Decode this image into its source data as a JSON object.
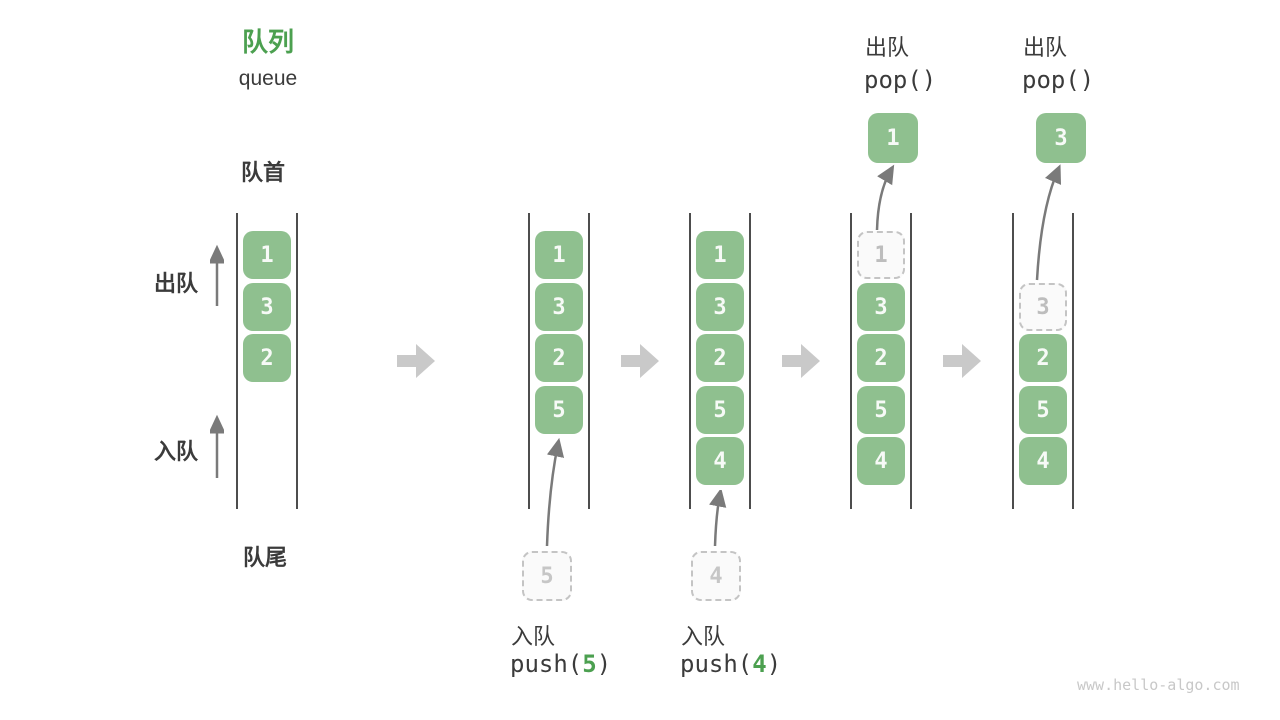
{
  "header": {
    "title_cn": "队列",
    "title_en": "queue"
  },
  "side_labels": {
    "front": "队首",
    "rear": "队尾",
    "dequeue": "出队",
    "enqueue": "入队"
  },
  "queues": [
    {
      "boxes": [
        {
          "v": "1"
        },
        {
          "v": "3"
        },
        {
          "v": "2"
        }
      ]
    },
    {
      "boxes": [
        {
          "v": "1"
        },
        {
          "v": "3"
        },
        {
          "v": "2"
        },
        {
          "v": "5"
        }
      ]
    },
    {
      "boxes": [
        {
          "v": "1"
        },
        {
          "v": "3"
        },
        {
          "v": "2"
        },
        {
          "v": "5"
        },
        {
          "v": "4"
        }
      ]
    },
    {
      "boxes": [
        {
          "v": "1",
          "ghost": true
        },
        {
          "v": "3"
        },
        {
          "v": "2"
        },
        {
          "v": "5"
        },
        {
          "v": "4"
        }
      ]
    },
    {
      "boxes": [
        {
          "v": "3",
          "ghost": true
        },
        {
          "v": "2"
        },
        {
          "v": "5"
        },
        {
          "v": "4"
        }
      ]
    }
  ],
  "push_ops": [
    {
      "label": "入队",
      "code_open": "push(",
      "value": "5",
      "code_close": ")"
    },
    {
      "label": "入队",
      "code_open": "push(",
      "value": "4",
      "code_close": ")"
    }
  ],
  "pop_ops": [
    {
      "label": "出队",
      "code": "pop()",
      "value": "1"
    },
    {
      "label": "出队",
      "code": "pop()",
      "value": "3"
    }
  ],
  "watermark": "www.hello-algo.com",
  "colors": {
    "accent_green": "#4CA050",
    "box_green": "#8FC08F",
    "label_dark": "#3B3B3B",
    "ghost_gray": "#C4C4C4",
    "block_arrow_gray": "#C9C9C9",
    "thin_arrow_gray": "#7A7A7A",
    "line_dark": "#4D4D4D",
    "watermark_gray": "#C8C8C8"
  }
}
